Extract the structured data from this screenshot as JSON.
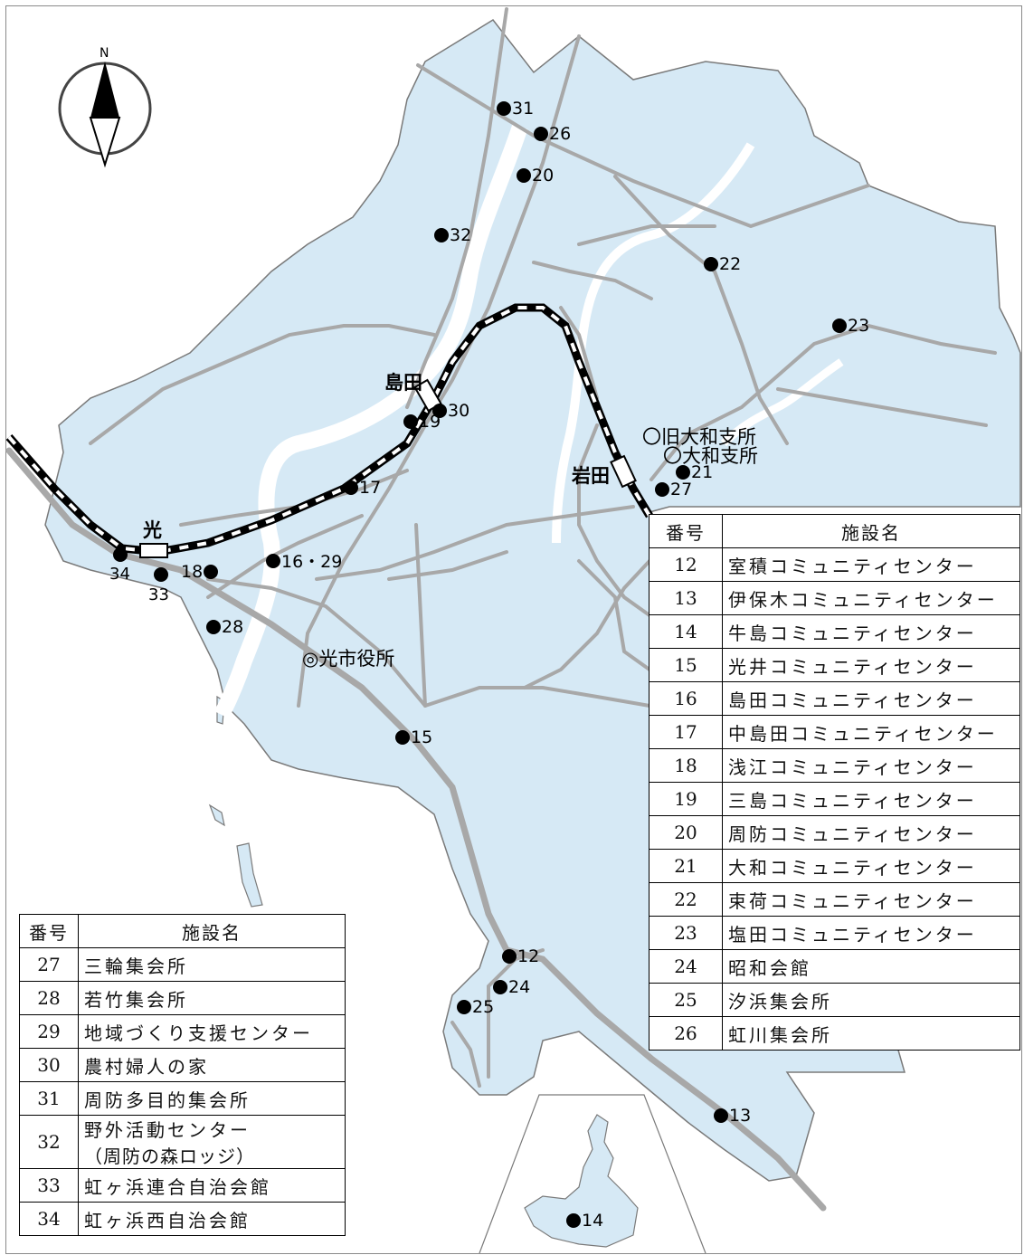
{
  "stations": [
    {
      "name": "光"
    },
    {
      "name": "島田"
    },
    {
      "name": "岩田"
    }
  ],
  "landmarks": {
    "city_hall": "◎光市役所",
    "old_branch": "〇旧大和支所",
    "branch": "〇大和支所"
  },
  "compass": {
    "north": "N"
  },
  "facilities": [
    {
      "label": "31"
    },
    {
      "label": "26"
    },
    {
      "label": "20"
    },
    {
      "label": "32"
    },
    {
      "label": "22"
    },
    {
      "label": "23"
    },
    {
      "label": "30"
    },
    {
      "label": "19"
    },
    {
      "label": "17"
    },
    {
      "label": "21"
    },
    {
      "label": "27"
    },
    {
      "label": "16・29"
    },
    {
      "label": "18"
    },
    {
      "label": "34"
    },
    {
      "label": "33"
    },
    {
      "label": "28"
    },
    {
      "label": "15"
    },
    {
      "label": "12"
    },
    {
      "label": "24"
    },
    {
      "label": "25"
    },
    {
      "label": "13"
    },
    {
      "label": "14"
    }
  ],
  "legend_right": {
    "header_num": "番号",
    "header_name": "施設名",
    "rows": [
      {
        "num": "12",
        "name": "室積コミュニティセンター"
      },
      {
        "num": "13",
        "name": "伊保木コミュニティセンター"
      },
      {
        "num": "14",
        "name": "牛島コミュニティセンター"
      },
      {
        "num": "15",
        "name": "光井コミュニティセンター"
      },
      {
        "num": "16",
        "name": "島田コミュニティセンター"
      },
      {
        "num": "17",
        "name": "中島田コミュニティセンター"
      },
      {
        "num": "18",
        "name": "浅江コミュニティセンター"
      },
      {
        "num": "19",
        "name": "三島コミュニティセンター"
      },
      {
        "num": "20",
        "name": "周防コミュニティセンター"
      },
      {
        "num": "21",
        "name": "大和コミュニティセンター"
      },
      {
        "num": "22",
        "name": "束荷コミュニティセンター"
      },
      {
        "num": "23",
        "name": "塩田コミュニティセンター"
      },
      {
        "num": "24",
        "name": "昭和会館"
      },
      {
        "num": "25",
        "name": "汐浜集会所"
      },
      {
        "num": "26",
        "name": "虹川集会所"
      }
    ]
  },
  "legend_left": {
    "header_num": "番号",
    "header_name": "施設名",
    "rows": [
      {
        "num": "27",
        "name": "三輪集会所"
      },
      {
        "num": "28",
        "name": "若竹集会所"
      },
      {
        "num": "29",
        "name": "地域づくり支援センター"
      },
      {
        "num": "30",
        "name": "農村婦人の家"
      },
      {
        "num": "31",
        "name": "周防多目的集会所"
      },
      {
        "num": "32",
        "name": "野外活動センター",
        "name2": "（周防の森ロッジ）"
      },
      {
        "num": "33",
        "name": "虹ヶ浜連合自治会館"
      },
      {
        "num": "34",
        "name": "虹ヶ浜西自治会館"
      }
    ]
  },
  "colors": {
    "land": "#d6e9f5",
    "road": "#a8a8a8",
    "river": "#ffffff",
    "outline": "#7a7a7a"
  }
}
